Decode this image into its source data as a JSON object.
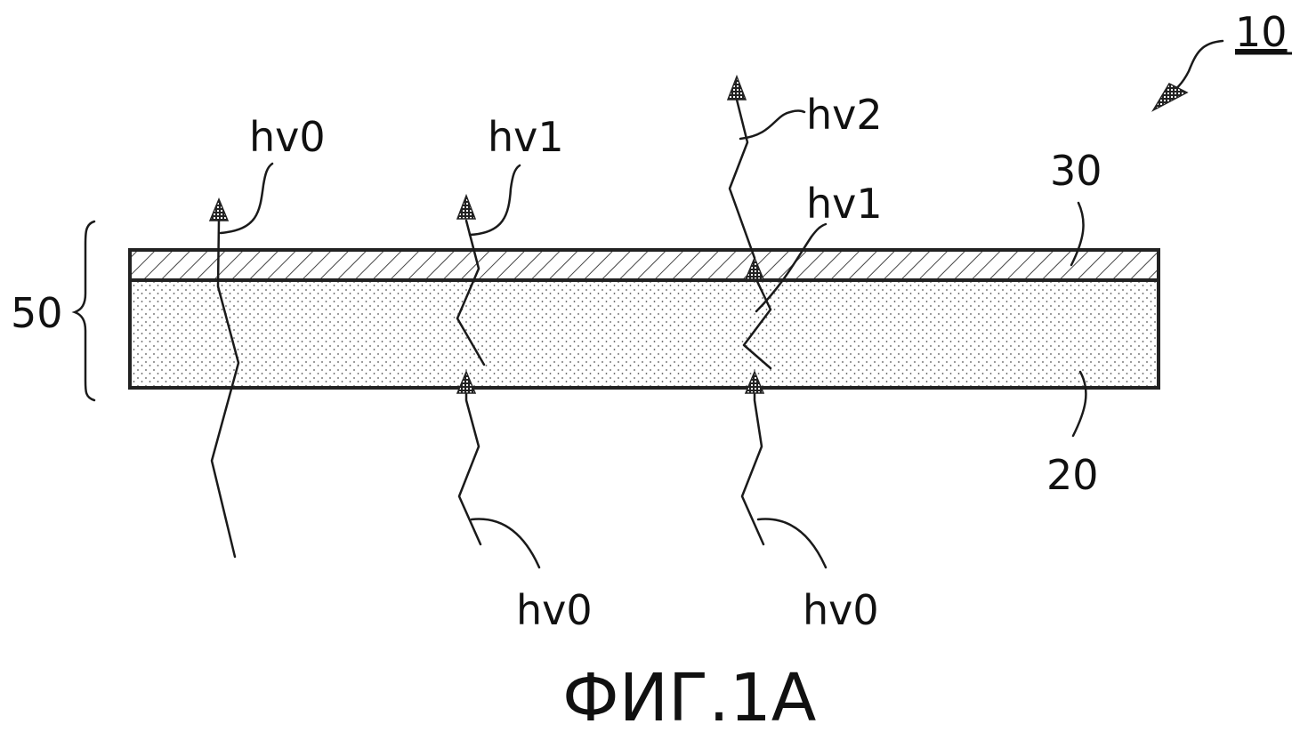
{
  "figure": {
    "caption": "ФИГ.1А",
    "reference_numeral": "10",
    "layers": {
      "stack_label": "50",
      "top_layer_label": "30",
      "bottom_layer_label": "20"
    },
    "rays": {
      "left_exit_label": "hv0",
      "middle_exit_label": "hv1",
      "middle_entry_label": "hv0",
      "right_exit_label": "hv2",
      "right_converted_label": "hv1",
      "right_entry_label": "hv0"
    }
  }
}
